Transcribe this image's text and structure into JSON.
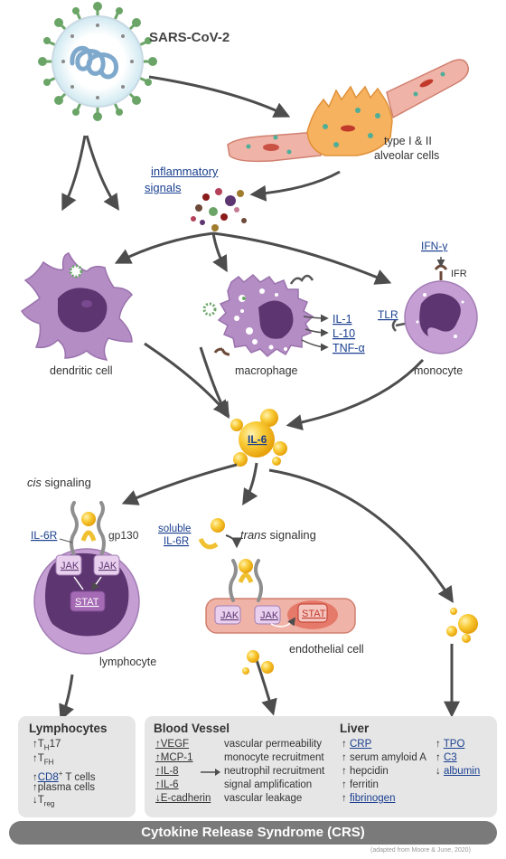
{
  "virus": "SARS-CoV-2",
  "alveolar": [
    "type I & II",
    "alveolar cells"
  ],
  "inflam": [
    "inflammatory",
    "signals"
  ],
  "ifn": "IFN-γ",
  "ifr": "IFR",
  "tlr": "TLR",
  "il1": "IL-1",
  "il10": "L-10",
  "tnf": "TNF-α",
  "dendritic": "dendritic cell",
  "macrophage": "macrophage",
  "monocyte": "monocyte",
  "il6": "IL-6",
  "cis": "cis",
  "cis_rest": " signaling",
  "il6r": "IL-6R",
  "gp130": "gp130",
  "jak": "JAK",
  "stat": "STAT",
  "lymphocyte": "lymphocyte",
  "soluble": [
    "soluble",
    "IL-6R"
  ],
  "trans": "trans",
  "trans_rest": " signaling",
  "endothelial": "endothelial cell",
  "lymph_box": {
    "title": "Lymphocytes",
    "items": [
      {
        "arrow": "↑",
        "main": "T",
        "sub": "H",
        "rest": "17"
      },
      {
        "arrow": "↑",
        "main": "T",
        "sub": "FH",
        "rest": ""
      },
      {
        "arrow": "↑",
        "main": "CD8",
        "sup": "+",
        "rest": " T cells"
      },
      {
        "arrow": "↑",
        "main": "plasma cells"
      },
      {
        "arrow": "↓",
        "main": "T",
        "sub": "reg",
        "rest": ""
      }
    ]
  },
  "blood_box": {
    "title": "Blood Vessel",
    "markers": [
      "↑VEGF",
      "↑MCP-1",
      "↑IL-8",
      "↑IL-6",
      "↓E-cadherin"
    ],
    "effects": [
      "vascular permeability",
      "monocyte recruitment",
      "neutrophil recruitment",
      "signal amplification",
      "vascular leakage"
    ]
  },
  "liver_box": {
    "title": "Liver",
    "col1": [
      "↑ CRP",
      "↑ serum amyloid A",
      "↑ hepcidin",
      "↑ ferritin",
      "↑ fibrinogen"
    ],
    "col2": [
      "↑ TPO",
      "↑ C3",
      "↓ albumin"
    ]
  },
  "footer": "Cytokine Release Syndrome (CRS)",
  "credit": "(adapted from Moore & June, 2020)",
  "colors": {
    "purple": "#b48dc4",
    "dark_purple": "#5d3570",
    "gold": "#f5c022",
    "grey_box": "#e6e6e6",
    "bar": "#7a7a7a",
    "pink": "#f0b3a8",
    "link": "#1a3f8f"
  }
}
